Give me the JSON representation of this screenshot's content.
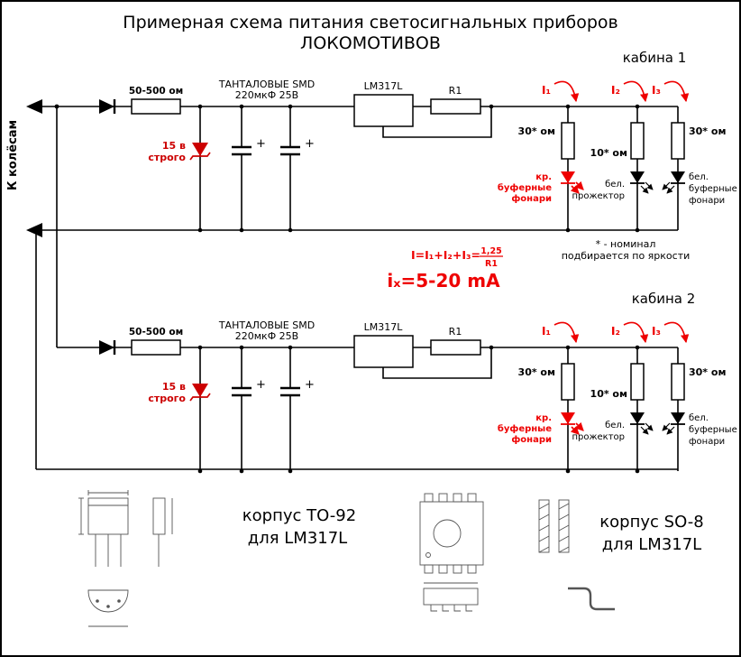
{
  "colors": {
    "accent_red": "#ee0000",
    "zener_red": "#cc0000",
    "wire_black": "#000000"
  },
  "title_line1": "Примерная схема питания светосигнальных приборов",
  "title_line2": "ЛОКОМОТИВОВ",
  "wheels_label": "К колёсам",
  "cabin1_label": "кабина 1",
  "cabin2_label": "кабина 2",
  "circuit": {
    "input_resistor": "50-500 ом",
    "zener_line1": "15 в",
    "zener_line2": "строго",
    "caps_line1": "ТАНТАЛОВЫЕ SMD",
    "caps_line2": "220мкФ 25В",
    "cap_plus": "+",
    "regulator": "LM317L",
    "r1": "R1",
    "branches": [
      {
        "resistor": "30* ом",
        "current": "I₁",
        "led_line1": "кр.",
        "led_line2": "буферные",
        "led_line3": "фонари"
      },
      {
        "resistor": "10* ом",
        "current": "I₂",
        "led_line1": "бел.",
        "led_line2": "прожектор"
      },
      {
        "resistor": "30* ом",
        "current": "I₃",
        "led_line1": "бел.",
        "led_line2": "буферные",
        "led_line3": "фонари"
      }
    ]
  },
  "formula_lhs": "I=I₁+I₂+I₃=",
  "formula_numerator": "1,25",
  "formula_denominator": "R1",
  "current_range": "iₓ=5-20 mA",
  "note_line1": "* -  номинал",
  "note_line2": "подбирается по яркости",
  "to92_caption_line1": "корпус TO-92",
  "to92_caption_line2": "для LM317L",
  "so8_caption_line1": "корпус SO-8",
  "so8_caption_line2": "для LM317L"
}
